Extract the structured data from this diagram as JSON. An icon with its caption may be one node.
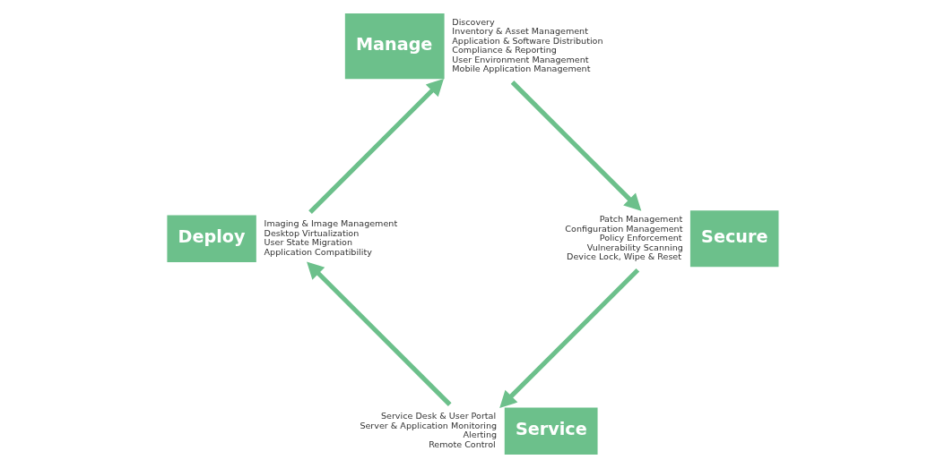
{
  "diagram": {
    "nodes": [
      {
        "text": [
          "Service"
        ],
        "beside": [
          "Service Desk & User Portal",
          "Server & Application Monitoring",
          "Alerting",
          "Remote Control"
        ]
      },
      {
        "text": [
          "Deploy"
        ],
        "beside": [
          "Imaging & Image Management",
          "Desktop Virtualization",
          "User State Migration",
          "Application Compatibility"
        ]
      },
      {
        "text": [
          "Manage"
        ],
        "beside": [
          "Discovery",
          "Inventory & Asset Management",
          "Application & Software Distribution",
          "Compliance & Reporting",
          "User Environment Management",
          "Mobile Application Management"
        ]
      },
      {
        "text": [
          "Secure"
        ],
        "beside": [
          "Patch Management",
          "Configuration Management",
          "Policy Enforcement",
          "Vulnerability Scanning",
          "Device Lock, Wipe & Reset"
        ]
      }
    ],
    "edges": [
      {
        "from": 0,
        "to": 1,
        "arrow": "to"
      },
      {
        "from": 1,
        "to": 2,
        "arrow": "to"
      },
      {
        "from": 2,
        "to": 3,
        "arrow": "to"
      },
      {
        "from": 3,
        "to": 0,
        "arrow": "to"
      }
    ]
  }
}
